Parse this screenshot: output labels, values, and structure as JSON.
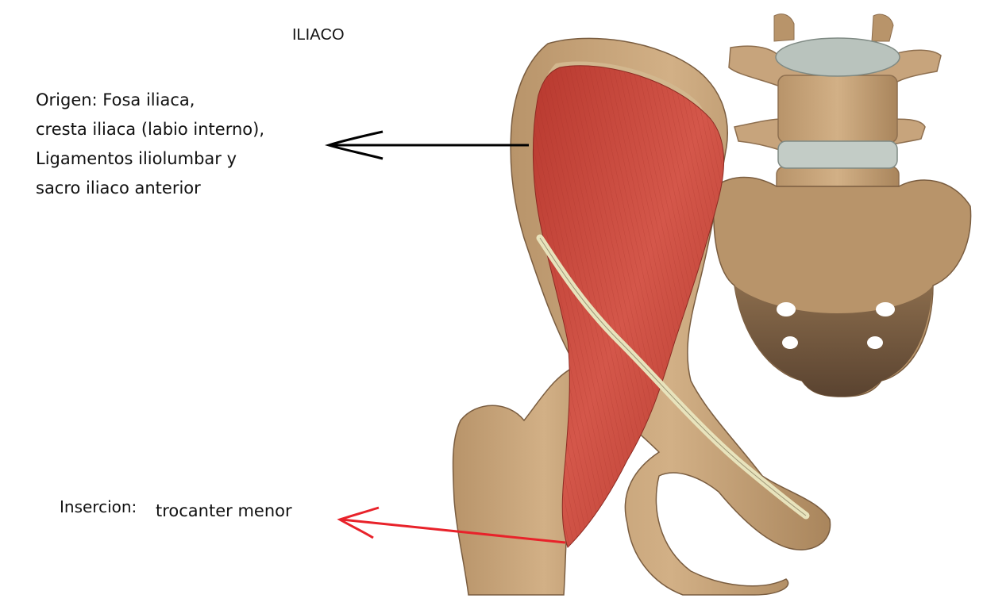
{
  "title": "ILIACO",
  "origin": {
    "lines": [
      "Origen: Fosa iliaca,",
      "cresta iliaca (labio interno),",
      "Ligamentos iliolumbar y",
      "sacro iliaco anterior"
    ]
  },
  "insertion": {
    "label": "Insercion:",
    "value": "trocanter menor"
  },
  "colors": {
    "origin_arrow": "#000000",
    "insertion_arrow": "#e8222a",
    "muscle": "#c8453a",
    "bone": "#c9a57a",
    "bone_dark": "#6b5238",
    "disc": "#b9c3bd",
    "ligament": "#e8e3bc"
  },
  "icons": {
    "origin_arrow": "arrow-left-icon",
    "insertion_arrow": "arrow-left-icon"
  }
}
